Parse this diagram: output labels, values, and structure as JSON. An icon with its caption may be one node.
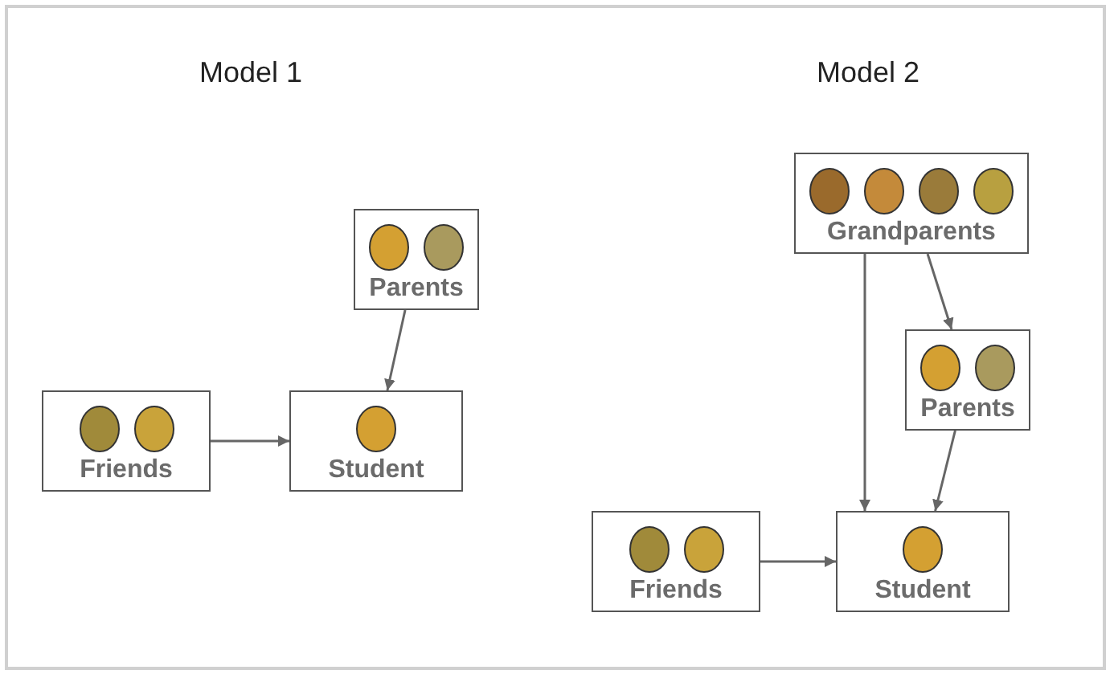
{
  "diagram": {
    "nodes": [
      {
        "text": [
          "Parents"
        ]
      },
      {
        "text": [
          "Friends"
        ]
      },
      {
        "text": [
          "Student"
        ]
      },
      {
        "text": [
          "Grandparents"
        ]
      },
      {
        "text": [
          "Parents"
        ]
      },
      {
        "text": [
          "Friends"
        ]
      },
      {
        "text": [
          "Student"
        ]
      }
    ],
    "edges": [
      {
        "from": 0,
        "to": 2,
        "arrow": "to"
      },
      {
        "from": 1,
        "to": 2,
        "arrow": "to"
      },
      {
        "from": 3,
        "to": 4,
        "arrow": "to"
      },
      {
        "from": 3,
        "to": 6,
        "arrow": "to"
      },
      {
        "from": 4,
        "to": 6,
        "arrow": "to"
      },
      {
        "from": 5,
        "to": 6,
        "arrow": "to"
      }
    ],
    "labels": [
      "Model 1",
      "Model 2"
    ]
  }
}
